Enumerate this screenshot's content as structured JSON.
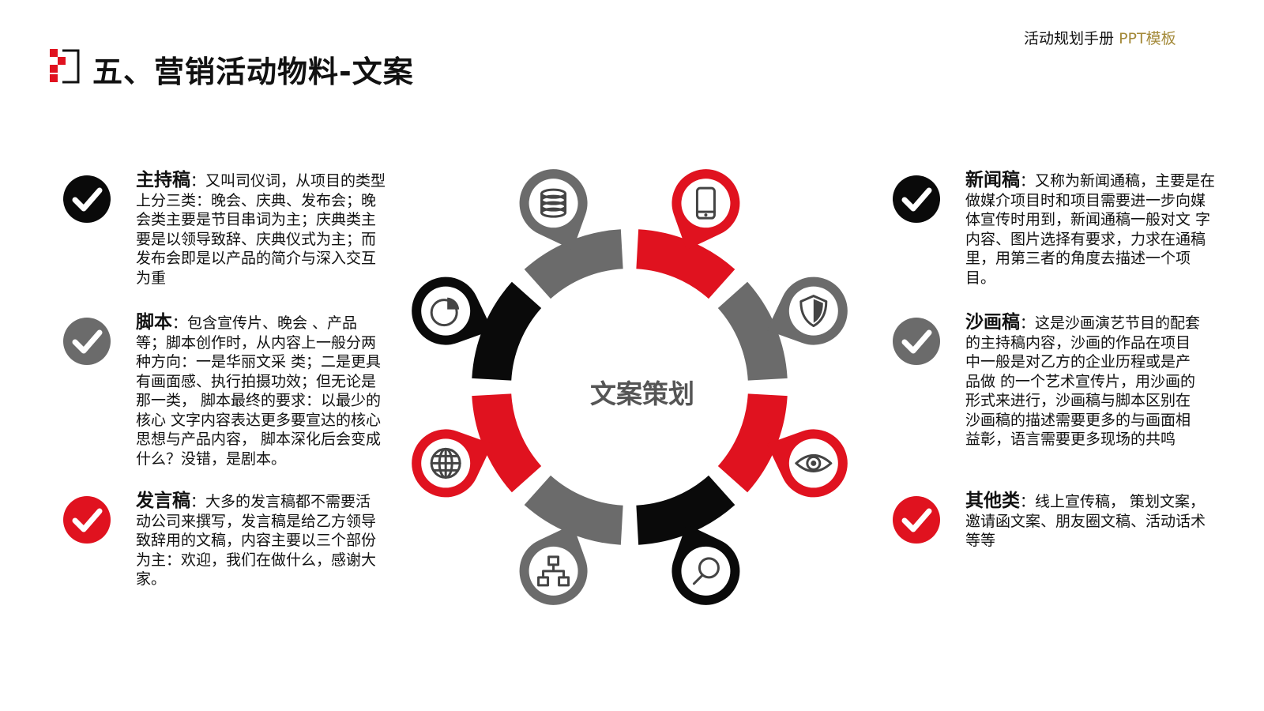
{
  "header": {
    "brand_text": "活动规划手册",
    "brand_accent": "PPT模板",
    "title": "五、营销活动物料-文案"
  },
  "colors": {
    "red": "#e0121f",
    "gray": "#6b6b6b",
    "black": "#0a0a0a",
    "gold": "#a48a3a"
  },
  "center": {
    "label": "文案策划"
  },
  "left_items": [
    {
      "heading": "主持稿",
      "sep": "：",
      "body": "又叫司仪词，从项目的类型上分三类：晚会、庆典、发布会；晚会类主要是节目串词为主；庆典类主要是以领导致辞、庆典仪式为主；而发布会即是以产品的简介与深入交互为重",
      "check_color": "black"
    },
    {
      "heading": "脚本",
      "sep": "：",
      "body": "包含宣传片、晚会 、产品等；脚本创作时，从内容上一般分两种方向：一是华丽文采 类；二是更具有画面感、执行拍摄功效；但无论是那一类， 脚本最终的要求：以最少的核心 文字内容表达更多要宣达的核心思想与产品内容， 脚本深化后会变成什么？没错，是剧本。",
      "check_color": "gray"
    },
    {
      "heading": "发言稿",
      "sep": "：",
      "body": "大多的发言稿都不需要活动公司来撰写，发言稿是给乙方领导致辞用的文稿，内容主要以三个部份 为主：欢迎，我们在做什么，感谢大家。",
      "check_color": "red"
    }
  ],
  "right_items": [
    {
      "heading": "新闻稿",
      "sep": "：",
      "body": "又称为新闻通稿，主要是在做媒介项目时和项目需要进一步向媒体宣传时用到，新闻通稿一般对文 字内容、图片选择有要求，力求在通稿里，用第三者的角度去描述一个项目。",
      "check_color": "black"
    },
    {
      "heading": "沙画稿",
      "sep": "：",
      "body": "这是沙画演艺节目的配套的主持稿内容，沙画的作品在项目中一般是对乙方的企业历程或是产品做 的一个艺术宣传片，用沙画的形式来进行，沙画稿与脚本区别在沙画稿的描述需要更多的与画面相 益彰，语言需要更多现场的共鸣",
      "check_color": "gray"
    },
    {
      "heading": "其他类",
      "sep": "：",
      "body": "线上宣传稿， 策划文案，邀请函文案、朋友圈文稿、活动话术等等",
      "check_color": "red"
    }
  ],
  "ring_icons": [
    {
      "name": "mobile-phone-icon",
      "color": "red"
    },
    {
      "name": "shield-icon",
      "color": "gray"
    },
    {
      "name": "eye-icon",
      "color": "red"
    },
    {
      "name": "magnifier-icon",
      "color": "black"
    },
    {
      "name": "sitemap-icon",
      "color": "gray"
    },
    {
      "name": "globe-icon",
      "color": "red"
    },
    {
      "name": "pie-chart-icon",
      "color": "black"
    },
    {
      "name": "database-icon",
      "color": "gray"
    }
  ],
  "ring_segments": [
    "red",
    "gray",
    "red",
    "black",
    "gray",
    "red",
    "black",
    "gray"
  ]
}
